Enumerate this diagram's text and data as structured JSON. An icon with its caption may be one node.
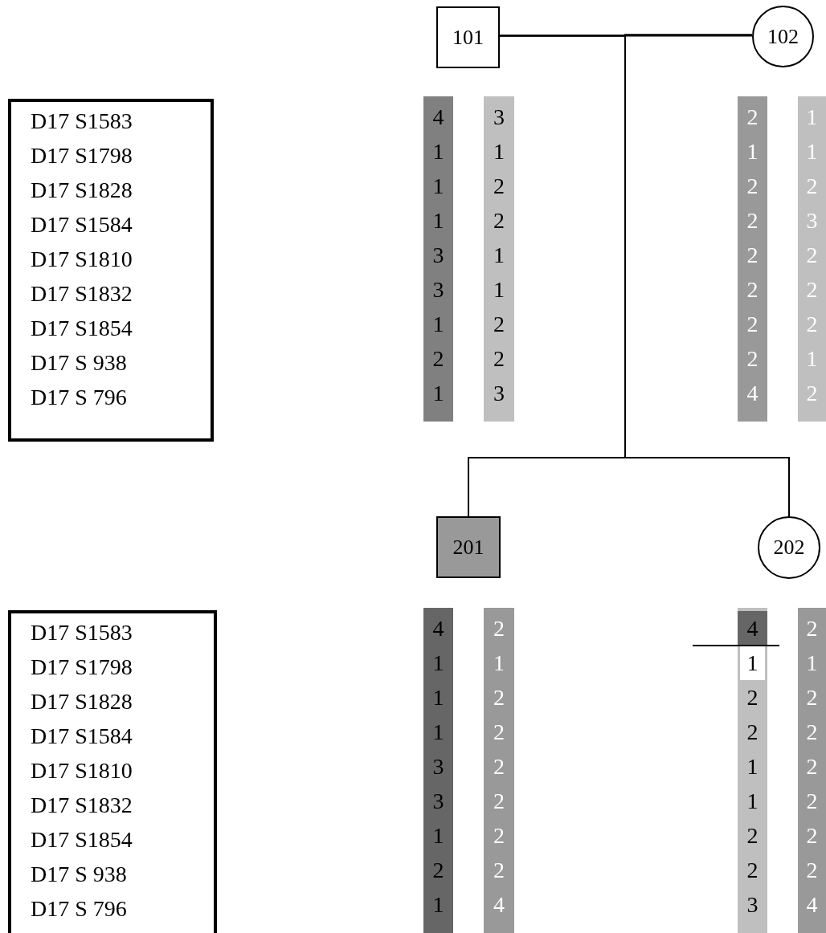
{
  "diagram": {
    "nodes": [
      {
        "text": [
          "101"
        ]
      },
      {
        "text": [
          "102"
        ]
      },
      {
        "text": [
          "D17 S1583",
          "D17 S1798",
          "D17 S1828",
          "D17 S1584",
          "D17 S1810",
          "D17 S1832",
          "D17 S1854",
          "D17 S 938",
          "D17 S 796"
        ]
      },
      {
        "text": [
          "4",
          "1",
          "1",
          "1",
          "3",
          "3",
          "1",
          "2",
          "1"
        ]
      },
      {
        "text": [
          "3",
          "1",
          "2",
          "2",
          "1",
          "1",
          "2",
          "2",
          "3"
        ]
      },
      {
        "text": [
          "2",
          "1",
          "2",
          "2",
          "2",
          "2",
          "2",
          "2",
          "4"
        ]
      },
      {
        "text": [
          "1",
          "1",
          "2",
          "3",
          "2",
          "2",
          "2",
          "1",
          "2"
        ]
      },
      {
        "text": [
          "201"
        ]
      },
      {
        "text": [
          "202"
        ]
      },
      {
        "text": [
          "D17 S1583",
          "D17 S1798",
          "D17 S1828",
          "D17 S1584",
          "D17 S1810",
          "D17 S1832",
          "D17 S1854",
          "D17 S 938",
          "D17 S 796"
        ]
      },
      {
        "text": [
          "4",
          "1",
          "1",
          "1",
          "3",
          "3",
          "1",
          "2",
          "1"
        ]
      },
      {
        "text": [
          "2",
          "1",
          "2",
          "2",
          "2",
          "2",
          "2",
          "2",
          "4"
        ]
      },
      {
        "text": [
          "4",
          "1",
          "2",
          "2",
          "1",
          "1",
          "2",
          "2",
          "3"
        ]
      },
      {
        "text": [
          "2",
          "1",
          "2",
          "2",
          "2",
          "2",
          "2",
          "2",
          "4"
        ]
      }
    ],
    "edges": [
      {
        "from": 0,
        "to": 1,
        "arrow": "none"
      },
      {
        "from": 0,
        "to": 7,
        "arrow": "none"
      },
      {
        "from": 1,
        "to": 7,
        "arrow": "none"
      },
      {
        "from": 0,
        "to": 8,
        "arrow": "none"
      },
      {
        "from": 1,
        "to": 8,
        "arrow": "none"
      }
    ]
  }
}
